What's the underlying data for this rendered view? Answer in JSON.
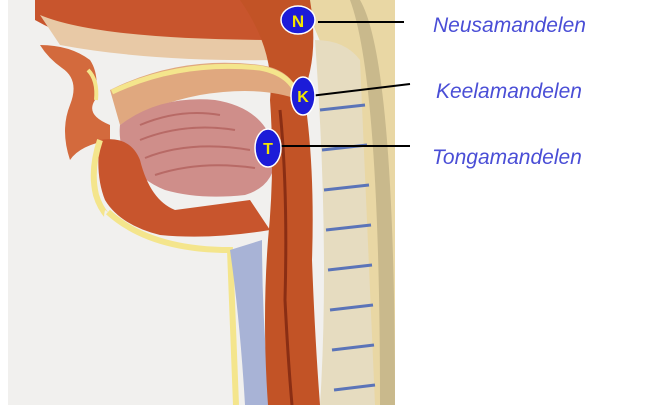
{
  "diagram": {
    "label_color": "#4a4ed6",
    "marker_color": "#1c1cd8",
    "marker_text_color": "#f2e600",
    "markers": [
      {
        "letter": "N",
        "label": "Neusamandelen"
      },
      {
        "letter": "K",
        "label": "Keelamandelen"
      },
      {
        "letter": "T",
        "label": "Tongamandelen"
      }
    ]
  }
}
